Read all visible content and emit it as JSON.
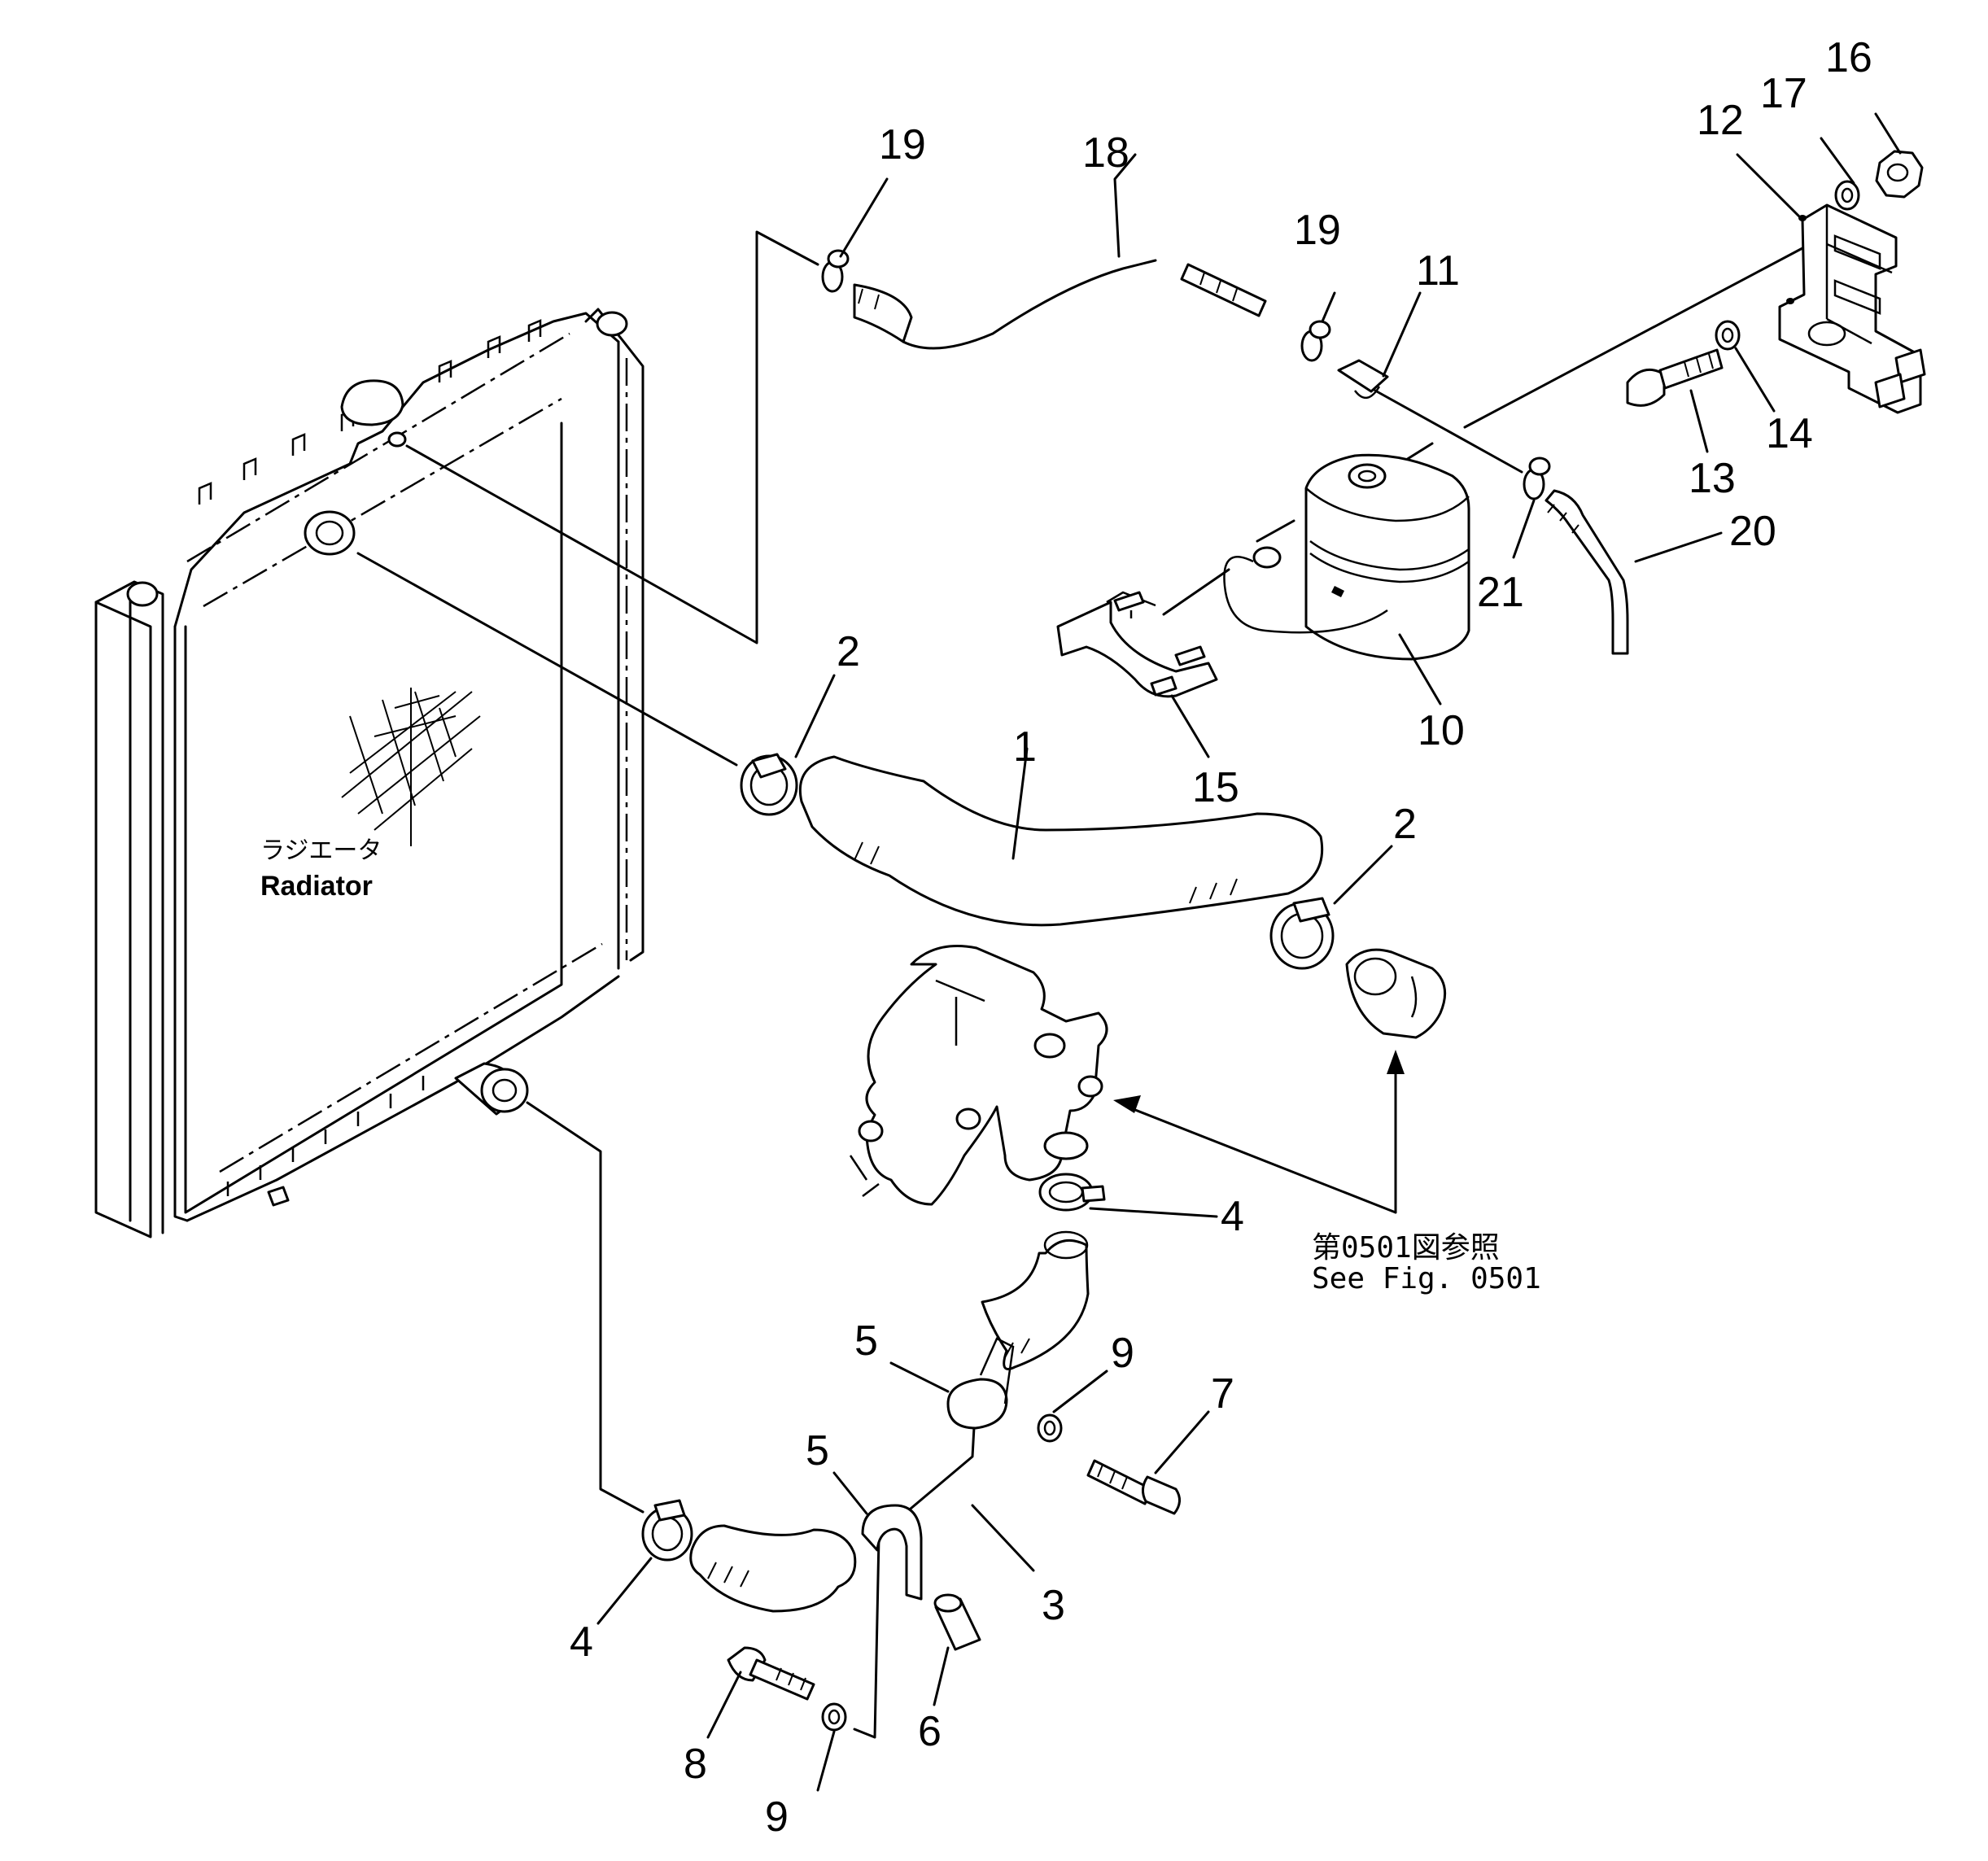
{
  "radiator": {
    "label_jp": "ラジエータ",
    "label_en": "Radiator"
  },
  "reference_note": {
    "line1": "第0501図参照",
    "line2": "See  Fig. 0501"
  },
  "callouts": [
    {
      "id": "c1",
      "text": "1"
    },
    {
      "id": "c2a",
      "text": "2"
    },
    {
      "id": "c2b",
      "text": "2"
    },
    {
      "id": "c3",
      "text": "3"
    },
    {
      "id": "c4a",
      "text": "4"
    },
    {
      "id": "c4b",
      "text": "4"
    },
    {
      "id": "c5a",
      "text": "5"
    },
    {
      "id": "c5b",
      "text": "5"
    },
    {
      "id": "c6",
      "text": "6"
    },
    {
      "id": "c7",
      "text": "7"
    },
    {
      "id": "c8",
      "text": "8"
    },
    {
      "id": "c9a",
      "text": "9"
    },
    {
      "id": "c9b",
      "text": "9"
    },
    {
      "id": "c10",
      "text": "10"
    },
    {
      "id": "c11",
      "text": "11"
    },
    {
      "id": "c12",
      "text": "12"
    },
    {
      "id": "c13",
      "text": "13"
    },
    {
      "id": "c14",
      "text": "14"
    },
    {
      "id": "c15",
      "text": "15"
    },
    {
      "id": "c16",
      "text": "16"
    },
    {
      "id": "c17",
      "text": "17"
    },
    {
      "id": "c18",
      "text": "18"
    },
    {
      "id": "c19a",
      "text": "19"
    },
    {
      "id": "c19b",
      "text": "19"
    },
    {
      "id": "c20",
      "text": "20"
    },
    {
      "id": "c21",
      "text": "21"
    }
  ]
}
